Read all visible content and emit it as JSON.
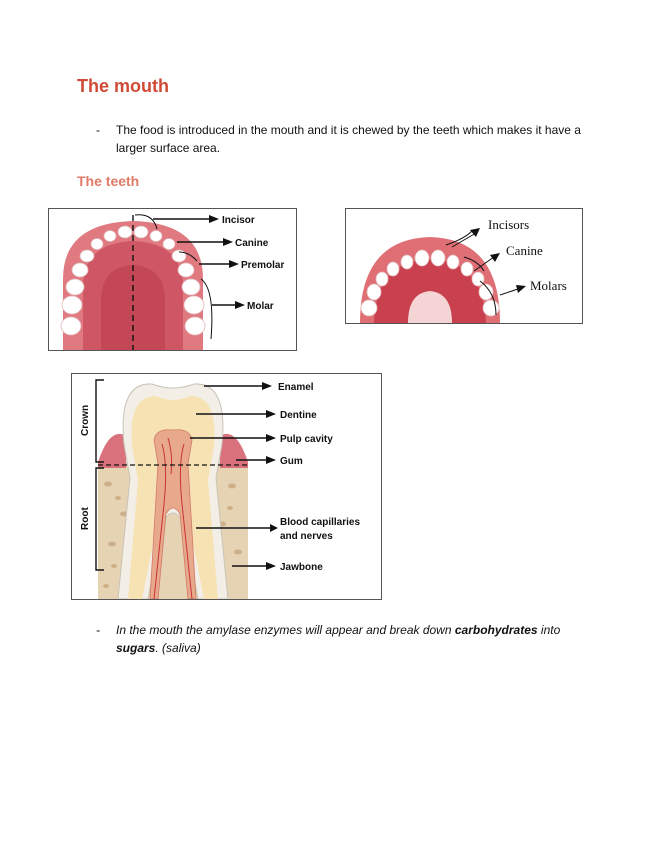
{
  "heading": "The mouth",
  "bullet1": {
    "dash": "-",
    "text": "The food is introduced in the mouth and it is chewed by the teeth which makes it have a larger surface area."
  },
  "subheading": "The teeth",
  "figure1": {
    "labels": [
      "Incisor",
      "Canine",
      "Premolar",
      "Molar"
    ]
  },
  "figure2": {
    "labels": [
      "Incisors",
      "Canine",
      "Molars"
    ]
  },
  "figure3": {
    "side_labels": [
      "Crown",
      "Root"
    ],
    "labels": [
      "Enamel",
      "Dentine",
      "Pulp cavity",
      "Gum",
      "Blood capillaries",
      "and nerves",
      "Jawbone"
    ]
  },
  "bullet2": {
    "dash": "-",
    "part1": "In the mouth the amylase enzymes will appear and break down ",
    "bold1": "carbohydrates",
    "part2": " into ",
    "bold2": "sugars",
    "part3": ". (saliva)"
  },
  "colors": {
    "heading": "#cf4b36",
    "subheading": "#e07b68",
    "gum": "#e07a80",
    "palate": "#d65f6b",
    "tooth": "#ffffff"
  }
}
